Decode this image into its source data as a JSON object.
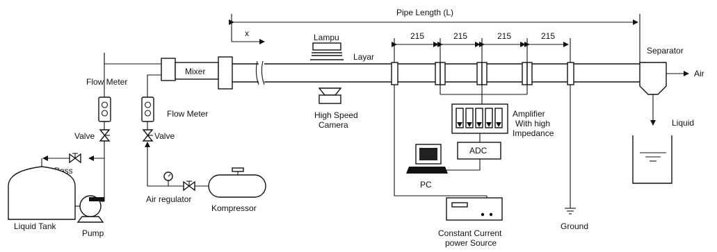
{
  "labels": {
    "pipe_length": "Pipe Length (L)",
    "x_axis": "x",
    "lampu": "Lampu",
    "layar": "Layar",
    "mixer": "Mixer",
    "separator": "Separator",
    "air_out": "Air",
    "liquid": "Liquid",
    "flow_meter_liquid": "Flow Meter",
    "flow_meter_air": "Flow Meter",
    "valve_liquid": "Valve",
    "valve_air": "Valve",
    "bypass": "By-Pass",
    "liquid_tank": "Liquid Tank",
    "pump": "Pump",
    "air_regulator": "Air regulator",
    "kompressor": "Kompressor",
    "camera_line1": "High Speed",
    "camera_line2": "Camera",
    "amplifier_line1": "Amplifier",
    "amplifier_line2": "With high",
    "amplifier_line3": "Impedance",
    "adc": "ADC",
    "pc": "PC",
    "ground": "Ground",
    "source_line1": "Constant Current",
    "source_line2": "power Source"
  },
  "spacings": [
    "215",
    "215",
    "215",
    "215"
  ]
}
